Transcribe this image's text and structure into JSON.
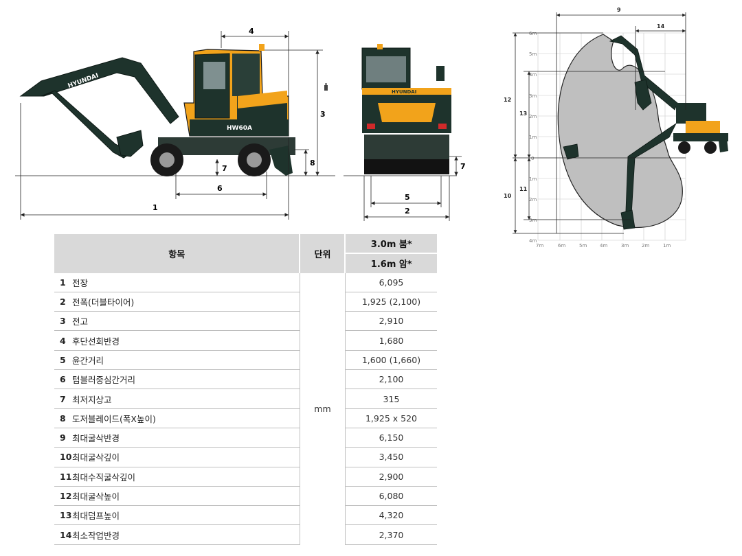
{
  "side_view": {
    "boom_brand": "HYUNDAI",
    "body_model": "HW60A",
    "dim_labels": [
      "1",
      "3",
      "4",
      "6",
      "7",
      "8"
    ]
  },
  "front_view": {
    "brand": "HYUNDAI",
    "dim_labels": [
      "2",
      "5",
      "7"
    ]
  },
  "range_chart": {
    "dim_labels": [
      "9",
      "14",
      "12",
      "13",
      "10",
      "11"
    ],
    "y_ticks": [
      "6m",
      "5m",
      "4m",
      "3m",
      "2m",
      "1m",
      "0",
      "1m",
      "2m",
      "3m",
      "4m"
    ],
    "x_ticks": [
      "7m",
      "6m",
      "5m",
      "4m",
      "3m",
      "2m",
      "1m"
    ]
  },
  "table": {
    "header_item": "항목",
    "header_unit": "단위",
    "header_model_boom": "3.0m 붐*",
    "header_model_arm": "1.6m 암*",
    "unit": "mm",
    "rows": [
      {
        "num": "1",
        "label": "전장",
        "value": "6,095"
      },
      {
        "num": "2",
        "label": "전폭(더블타이어)",
        "value": "1,925 (2,100)"
      },
      {
        "num": "3",
        "label": "전고",
        "value": "2,910"
      },
      {
        "num": "4",
        "label": "후단선회반경",
        "value": "1,680"
      },
      {
        "num": "5",
        "label": "윤간거리",
        "value": "1,600 (1,660)"
      },
      {
        "num": "6",
        "label": "텀블러중심간거리",
        "value": "2,100"
      },
      {
        "num": "7",
        "label": "최저지상고",
        "value": "315"
      },
      {
        "num": "8",
        "label": "도저블레이드(폭X높이)",
        "value": "1,925 x 520"
      },
      {
        "num": "9",
        "label": "최대굴삭반경",
        "value": "6,150"
      },
      {
        "num": "10",
        "label": "최대굴삭깊이",
        "value": "3,450"
      },
      {
        "num": "11",
        "label": "최대수직굴삭깊이",
        "value": "2,900"
      },
      {
        "num": "12",
        "label": "최대굴삭높이",
        "value": "6,080"
      },
      {
        "num": "13",
        "label": "최대덤프높이",
        "value": "4,320"
      },
      {
        "num": "14",
        "label": "최소작업반경",
        "value": "2,370"
      }
    ]
  },
  "colors": {
    "body_yellow": "#f2a31b",
    "body_dark": "#1e332c",
    "grid_gray": "#c8c8c8",
    "range_fill": "#bfbfbf",
    "header_gray": "#d9d9d9"
  }
}
